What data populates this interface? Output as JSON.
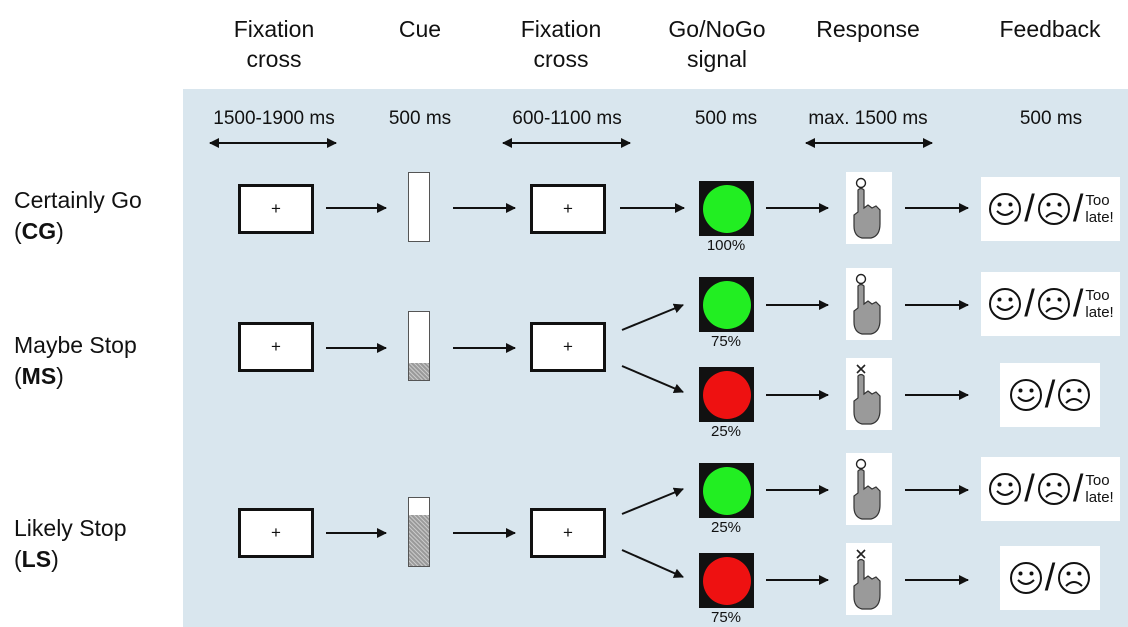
{
  "headers": [
    {
      "line1": "Fixation",
      "line2": "cross"
    },
    {
      "line1": "Cue",
      "line2": ""
    },
    {
      "line1": "Fixation",
      "line2": "cross"
    },
    {
      "line1": "Go/NoGo",
      "line2": "signal"
    },
    {
      "line1": "Response",
      "line2": ""
    },
    {
      "line1": "Feedback",
      "line2": ""
    }
  ],
  "durations": [
    "1500-1900 ms",
    "500 ms",
    "600-1100 ms",
    "500 ms",
    "max. 1500 ms",
    "500 ms"
  ],
  "conditions": [
    {
      "name": "Certainly Go",
      "abbr": "CG"
    },
    {
      "name": "Maybe Stop",
      "abbr": "MS"
    },
    {
      "name": "Likely Stop",
      "abbr": "LS"
    }
  ],
  "fixation_symbol": "+",
  "cue_fill_fraction": {
    "CG": 0.0,
    "MS": 0.25,
    "LS": 0.75
  },
  "signals": [
    {
      "pct": "100%",
      "color": "#22ee22",
      "type": "go"
    },
    {
      "pct": "75%",
      "color": "#22ee22",
      "type": "go"
    },
    {
      "pct": "25%",
      "color": "#ee1111",
      "type": "nogo"
    },
    {
      "pct": "25%",
      "color": "#22ee22",
      "type": "go"
    },
    {
      "pct": "75%",
      "color": "#ee1111",
      "type": "nogo"
    }
  ],
  "feedback": {
    "slash": "/",
    "too_late_line1": "Too",
    "too_late_line2": "late!"
  },
  "colors": {
    "panel": "#d9e6ee",
    "go": "#22ee22",
    "nogo": "#ee1111",
    "hand": "#9a9a9a"
  }
}
